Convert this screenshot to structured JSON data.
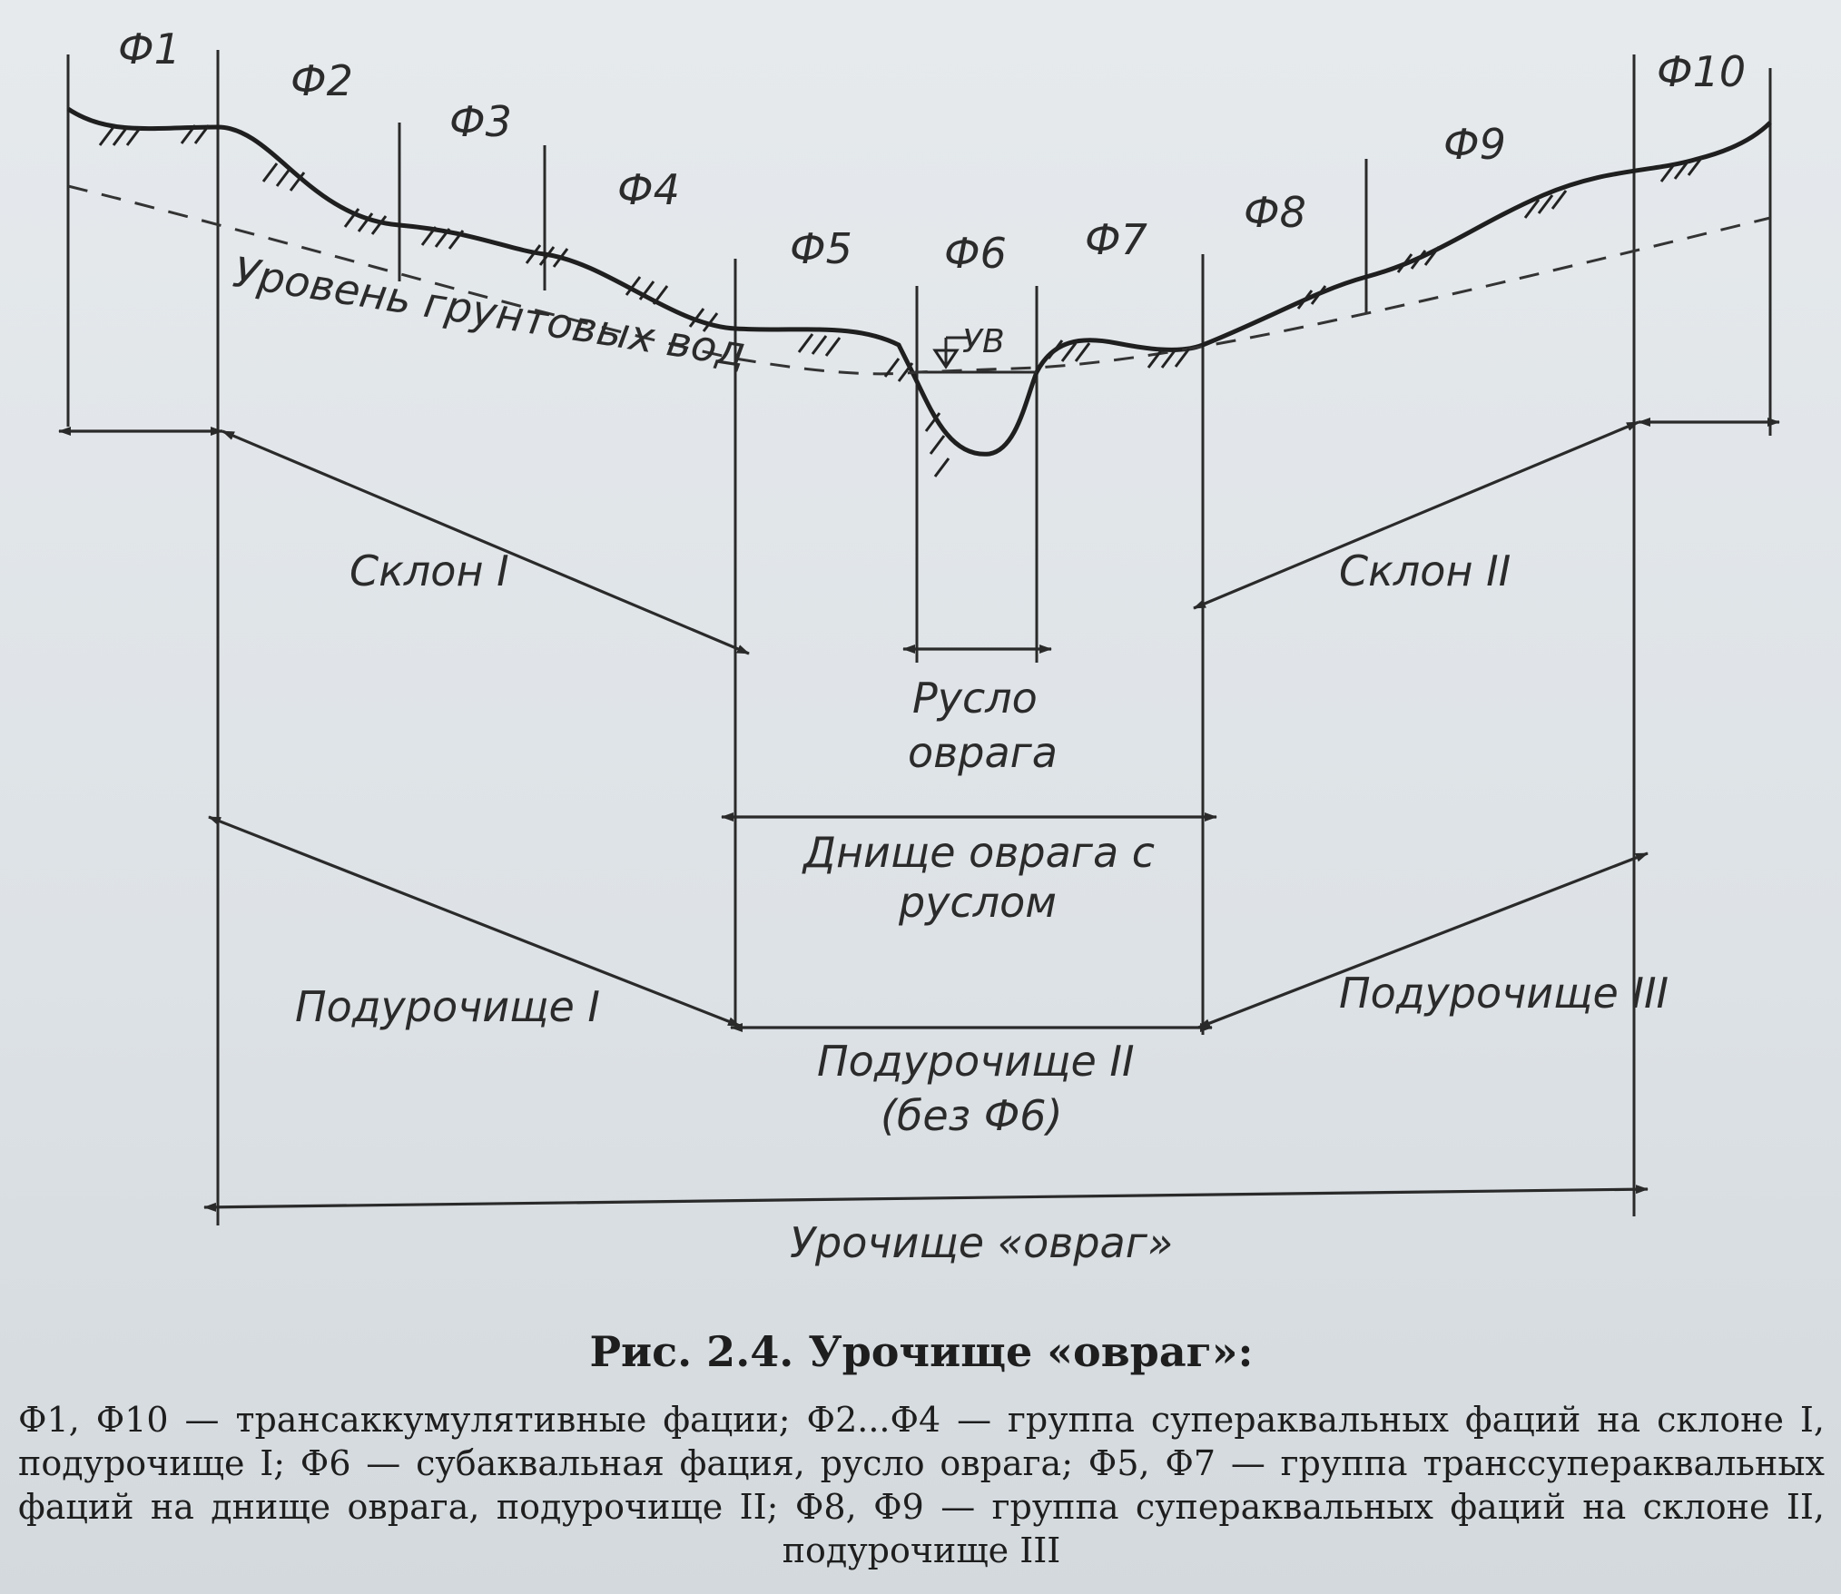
{
  "facies": [
    "Ф1",
    "Ф2",
    "Ф3",
    "Ф4",
    "Ф5",
    "Ф6",
    "Ф7",
    "Ф8",
    "Ф9",
    "Ф10"
  ],
  "labels": {
    "groundwater": "Уровень грунтовых вод",
    "water_level": "УВ",
    "slope_1": "Склон I",
    "slope_2": "Склон II",
    "channel_line1": "Русло",
    "channel_line2": "оврага",
    "bottom_line1": "Днище оврага с",
    "bottom_line2": "руслом",
    "subtract_1": "Подурочище I",
    "subtract_2_line1": "Подурочище II",
    "subtract_2_line2": "(без Ф6)",
    "subtract_3": "Подурочище III",
    "tract": "Урочище «овраг»"
  },
  "caption": {
    "title": "Рис. 2.4. Урочище «овраг»:",
    "body": "Ф1, Ф10 — трансаккумулятивные фации; Ф2...Ф4 — группа супераквальных фаций на склоне I, подурочище I; Ф6 — субаквальная фация, русло оврага; Ф5, Ф7 — группа транссупераквальных фаций на днище оврага, подурочище II; Ф8, Ф9 — группа супераквальных фаций на склоне II, подурочище III"
  }
}
